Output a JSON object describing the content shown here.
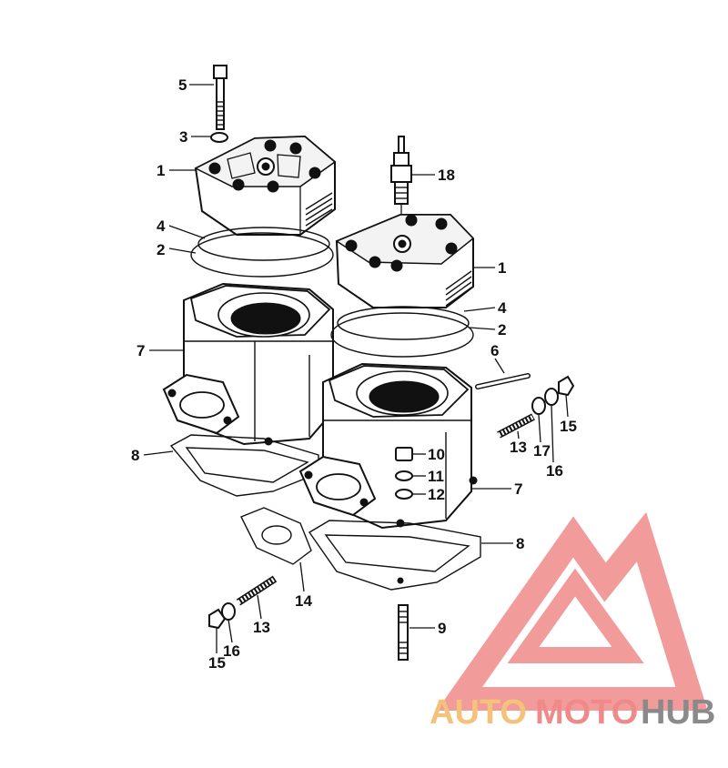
{
  "callouts": [
    "1",
    "2",
    "3",
    "4",
    "5",
    "6",
    "7",
    "8",
    "9",
    "10",
    "11",
    "12",
    "13",
    "14",
    "15",
    "16",
    "17",
    "18"
  ],
  "watermark": {
    "part1": "AUTO",
    "part2": "MOTO",
    "part3": "HUB",
    "colors": {
      "auto": "#f5c27a",
      "moto": "#f08a8a",
      "hub": "#8a8a8a",
      "logo": "#f08a8a"
    }
  }
}
